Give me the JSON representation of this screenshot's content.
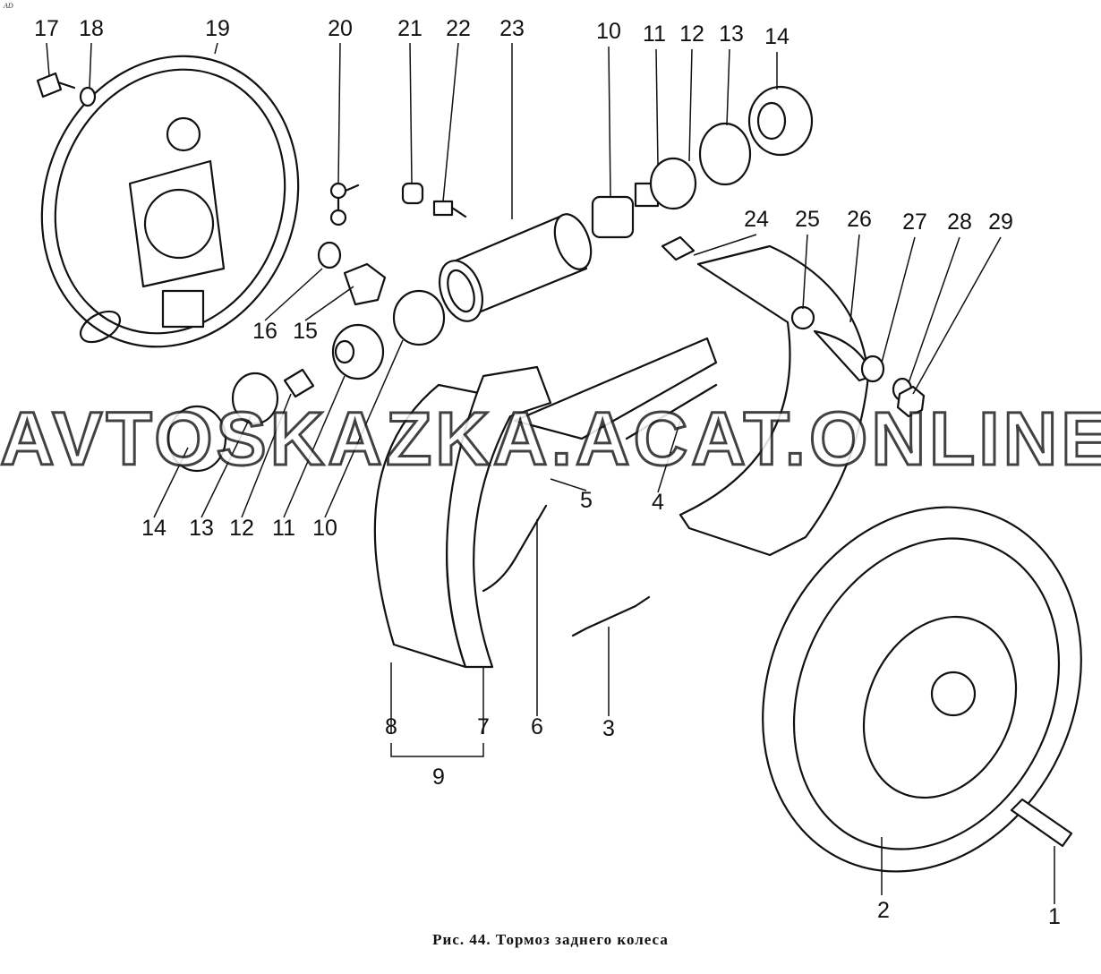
{
  "corner_mark": "AD",
  "watermark": "AVTOSKAZKA.ACAT.ONLINE",
  "caption": "Рис. 44. Тормоз заднего колеса",
  "callouts": [
    "17",
    "18",
    "19",
    "20",
    "21",
    "22",
    "23",
    "10",
    "11",
    "12",
    "13",
    "14",
    "24",
    "25",
    "26",
    "27",
    "28",
    "29",
    "16",
    "15",
    "14",
    "13",
    "12",
    "11",
    "10",
    "5",
    "4",
    "8",
    "7",
    "6",
    "3",
    "9",
    "2",
    "1"
  ]
}
